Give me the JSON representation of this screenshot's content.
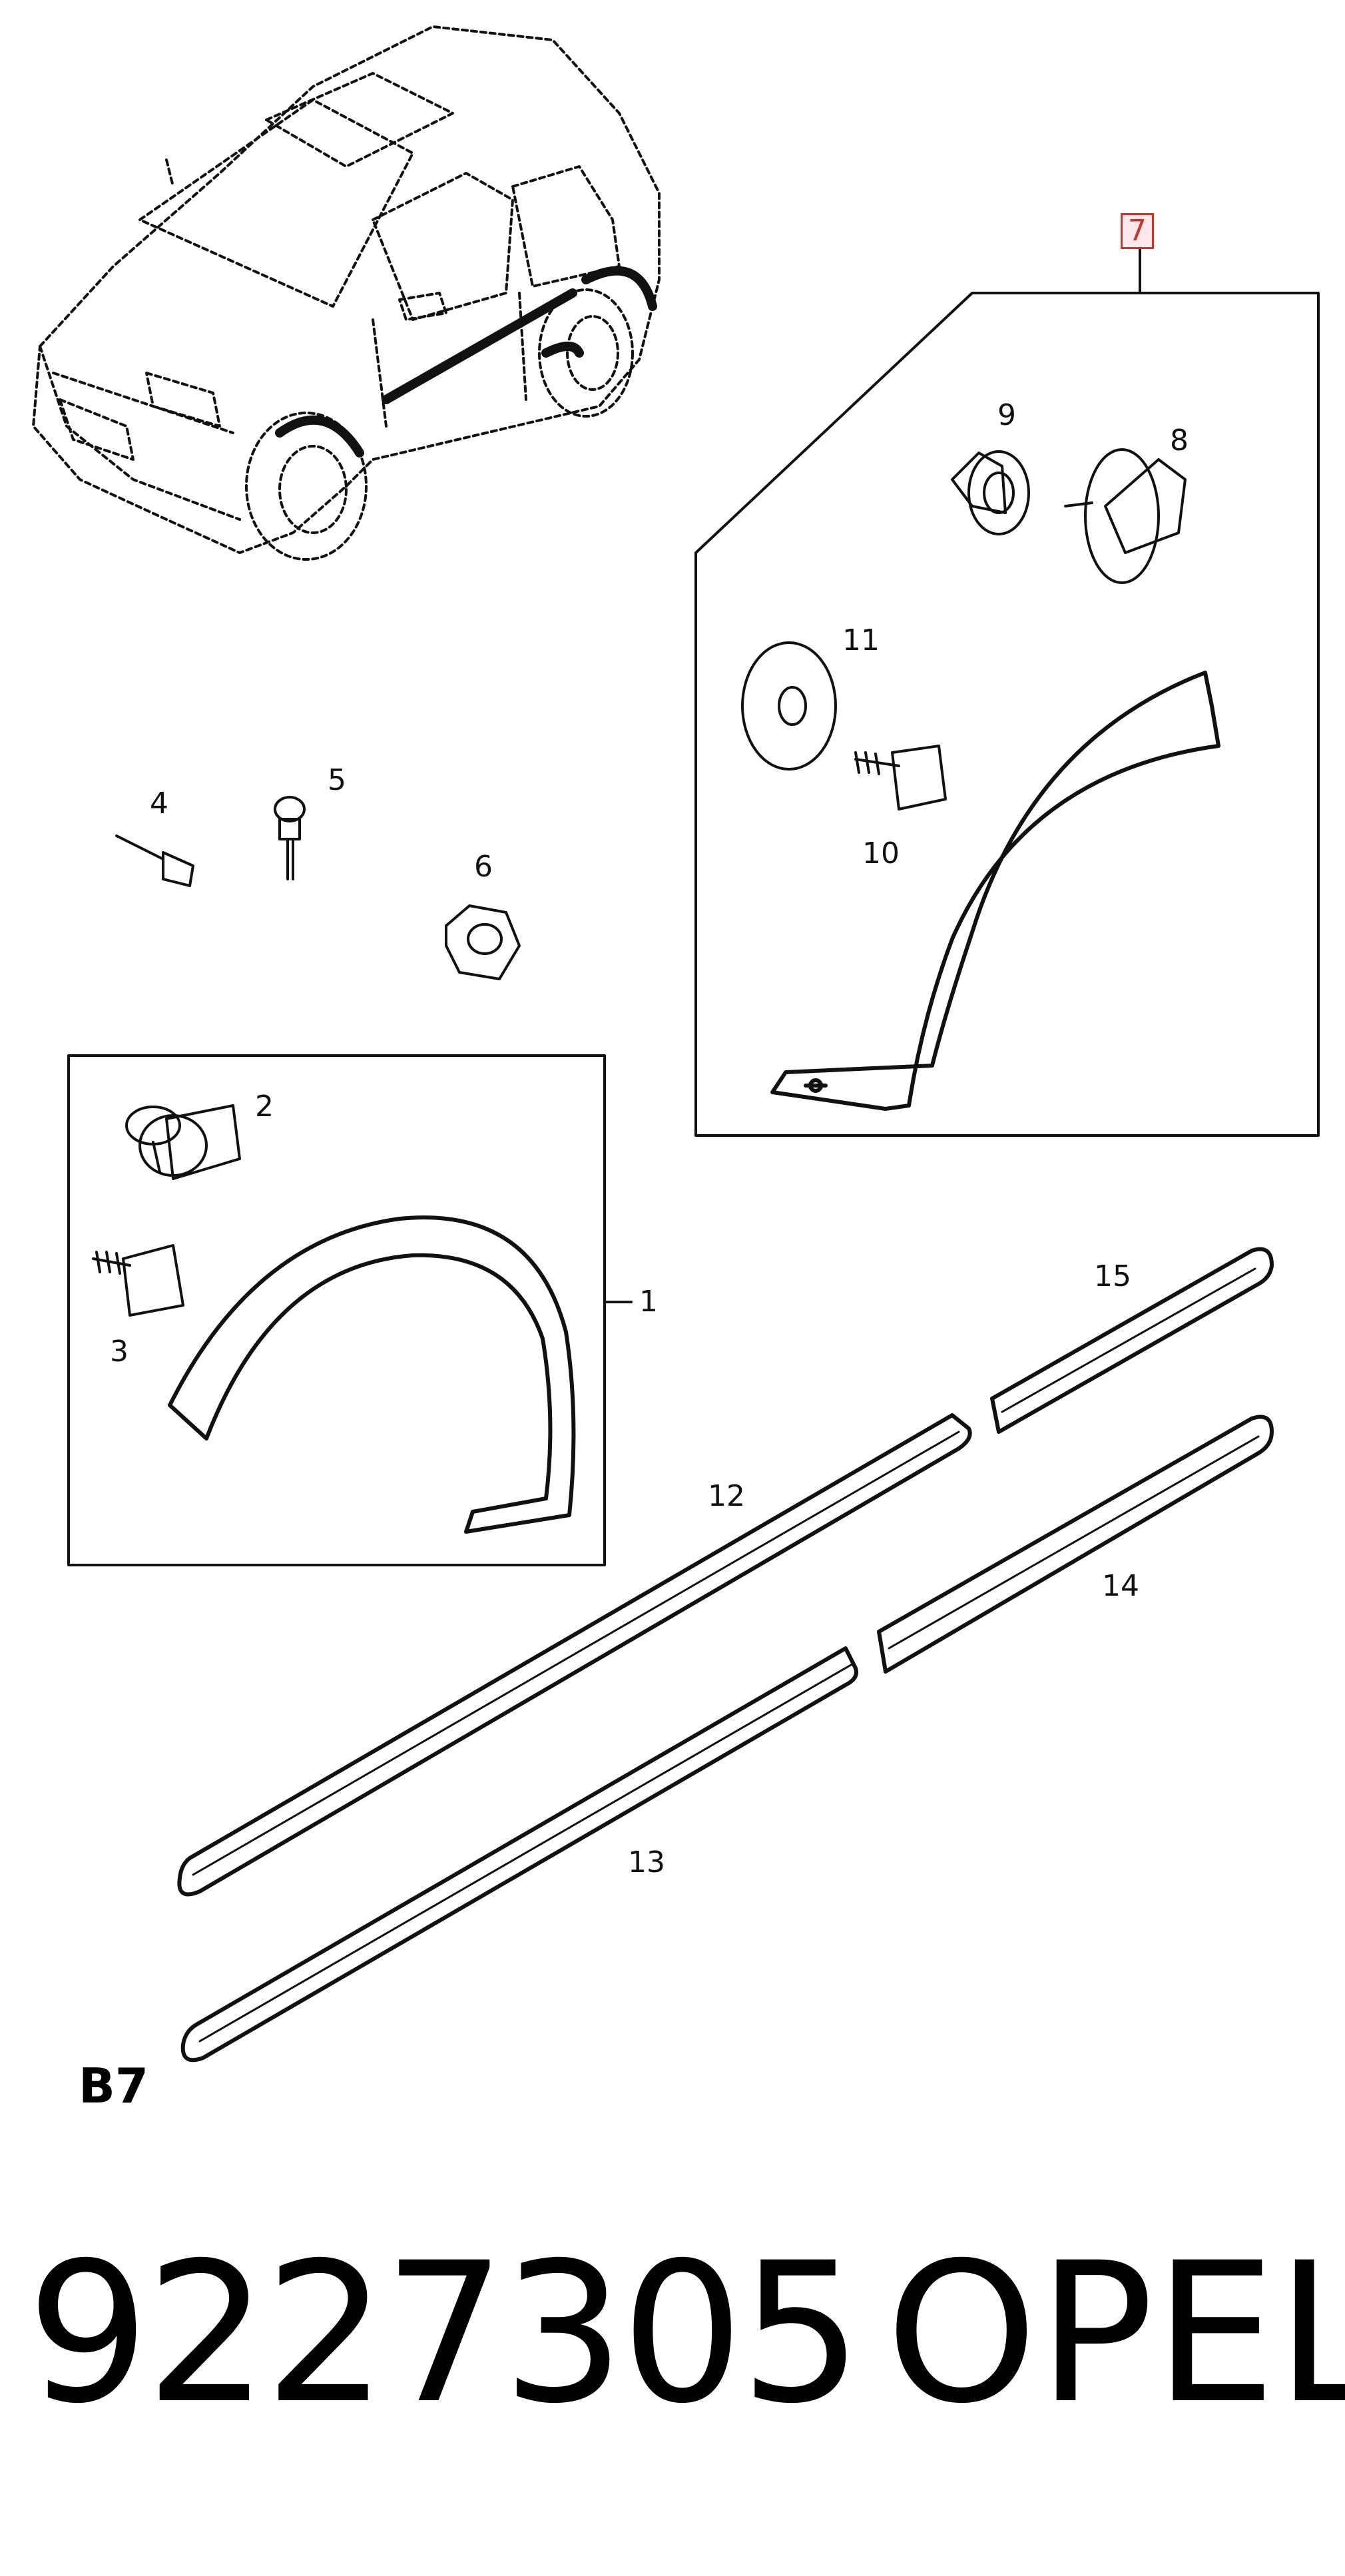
{
  "callouts": {
    "c1": "1",
    "c2": "2",
    "c3": "3",
    "c4": "4",
    "c5": "5",
    "c6": "6",
    "c7": "7",
    "c8": "8",
    "c9": "9",
    "c10": "10",
    "c11": "11",
    "c12": "12",
    "c13": "13",
    "c14": "14",
    "c15": "15"
  },
  "section_code": "B7",
  "part_number": "9227305",
  "brand": "OPEL",
  "colors": {
    "line": "#111111",
    "highlight_border": "#c0392b",
    "highlight_fill": "#fde7ea"
  }
}
